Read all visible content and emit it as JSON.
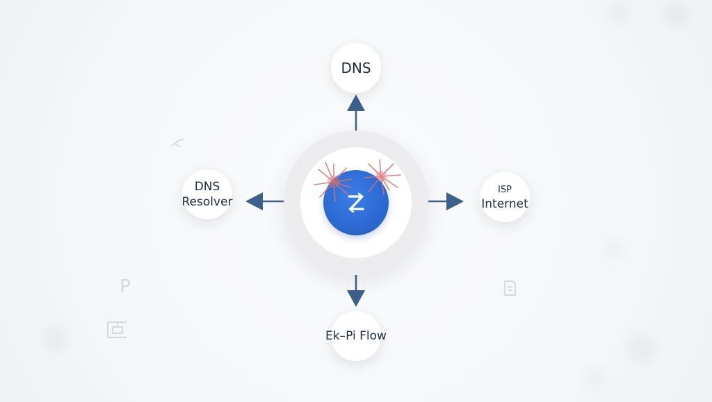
{
  "diagram": {
    "center": {
      "icon": "refresh-z-icon"
    },
    "nodes": {
      "top": {
        "label": "DNS"
      },
      "left": {
        "line1": "DNS",
        "line2": "Resolver"
      },
      "right": {
        "line1": "ISP",
        "line2": "Internet"
      },
      "bottom": {
        "label": "Ek–Pi Flow"
      }
    },
    "background_marks": {
      "letter_p": "P"
    },
    "colors": {
      "hub": "#2c6bd3",
      "arrow": "#3c5f8c",
      "burst": "#d97070",
      "node_bg": "#ffffff",
      "text": "#1f2a3a"
    }
  }
}
